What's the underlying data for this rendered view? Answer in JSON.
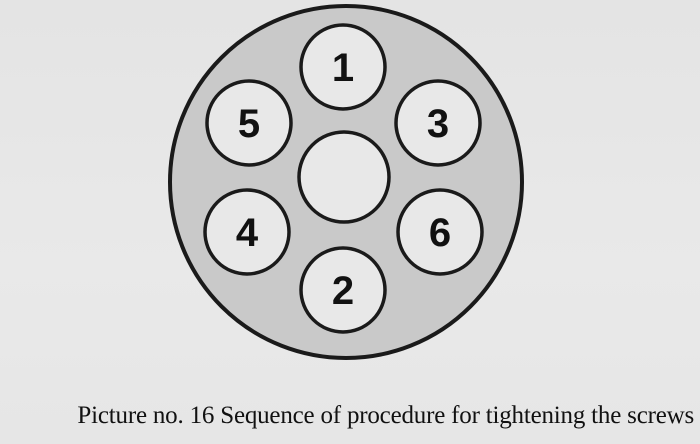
{
  "diagram": {
    "holes": [
      {
        "number": "1"
      },
      {
        "number": "3"
      },
      {
        "number": "6"
      },
      {
        "number": "2"
      },
      {
        "number": "4"
      },
      {
        "number": "5"
      }
    ]
  },
  "caption": "Picture no. 16 Sequence of procedure for tightening the screws",
  "colors": {
    "background": "#e6e6e6",
    "flange_fill": "#c9c9c9",
    "hole_fill": "#e8e8e8",
    "stroke": "#1a1a1a"
  }
}
